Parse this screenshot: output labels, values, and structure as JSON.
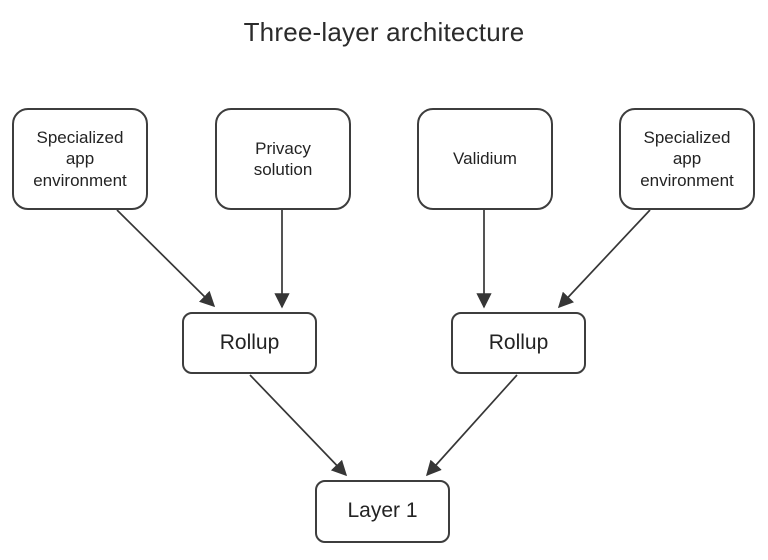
{
  "diagram": {
    "title": "Three-layer architecture",
    "nodes": {
      "specialized_app_left": {
        "label": "Specialized\napp\nenvironment",
        "layer": "top"
      },
      "privacy_solution": {
        "label": "Privacy\nsolution",
        "layer": "top"
      },
      "validium": {
        "label": "Validium",
        "layer": "top"
      },
      "specialized_app_right": {
        "label": "Specialized\napp\nenvironment",
        "layer": "top"
      },
      "rollup_left": {
        "label": "Rollup",
        "layer": "middle"
      },
      "rollup_right": {
        "label": "Rollup",
        "layer": "middle"
      },
      "layer_1": {
        "label": "Layer 1",
        "layer": "bottom"
      }
    },
    "edges": [
      {
        "from": "specialized_app_left",
        "to": "rollup_left"
      },
      {
        "from": "privacy_solution",
        "to": "rollup_left"
      },
      {
        "from": "validium",
        "to": "rollup_right"
      },
      {
        "from": "specialized_app_right",
        "to": "rollup_right"
      },
      {
        "from": "rollup_left",
        "to": "layer_1"
      },
      {
        "from": "rollup_right",
        "to": "layer_1"
      }
    ],
    "colors": {
      "background": "#ffffff",
      "node_fill": "#ffffff",
      "node_border": "#3d3d3d",
      "arrow": "#363636",
      "text": "#232323",
      "title_text": "#2b2b2b"
    }
  }
}
